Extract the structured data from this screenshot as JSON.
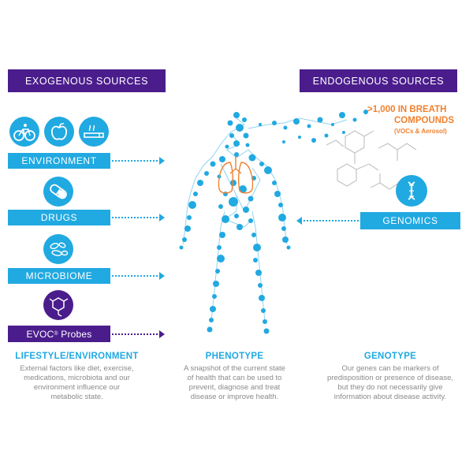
{
  "headers": {
    "left": "EXOGENOUS SOURCES",
    "right": "ENDOGENOUS SOURCES"
  },
  "breath": {
    "line1": ">1,000 IN BREATH",
    "line2": "COMPOUNDS",
    "line3": "(VOCs & Aerosol)"
  },
  "bars": {
    "environment": "ENVIRONMENT",
    "drugs": "DRUGS",
    "microbiome": "MICROBIOME",
    "evoc": "EVOC",
    "evoc_reg": "®",
    "evoc_suffix": " Probes",
    "genomics": "GENOMICS"
  },
  "columns": {
    "lifestyle": {
      "title": "LIFESTYLE/ENVIRONMENT",
      "body": [
        "External factors like diet, exercise,",
        "medications, microbiota and our",
        "environment influence our",
        "metabolic state."
      ]
    },
    "phenotype": {
      "title": "PHENOTYPE",
      "body": [
        "A snapshot of the current state",
        "of health that can be used to",
        "prevent, diagnose and treat",
        "disease or improve health."
      ]
    },
    "genotype": {
      "title": "GENOTYPE",
      "body": [
        "Our genes can be markers of",
        "predisposition or presence of disease,",
        "but they do not necessarily give",
        "information about disease activity."
      ]
    }
  },
  "colors": {
    "purple": "#4b1d8c",
    "blue": "#21a9e1",
    "orange": "#f0812f",
    "gray": "#8a8a8a"
  },
  "icons": [
    "bicycle-icon",
    "apple-icon",
    "cigarette-icon",
    "pill-icon",
    "bacteria-icon",
    "molecule-icon",
    "dna-icon",
    "lungs-icon",
    "human-figure-icon"
  ]
}
